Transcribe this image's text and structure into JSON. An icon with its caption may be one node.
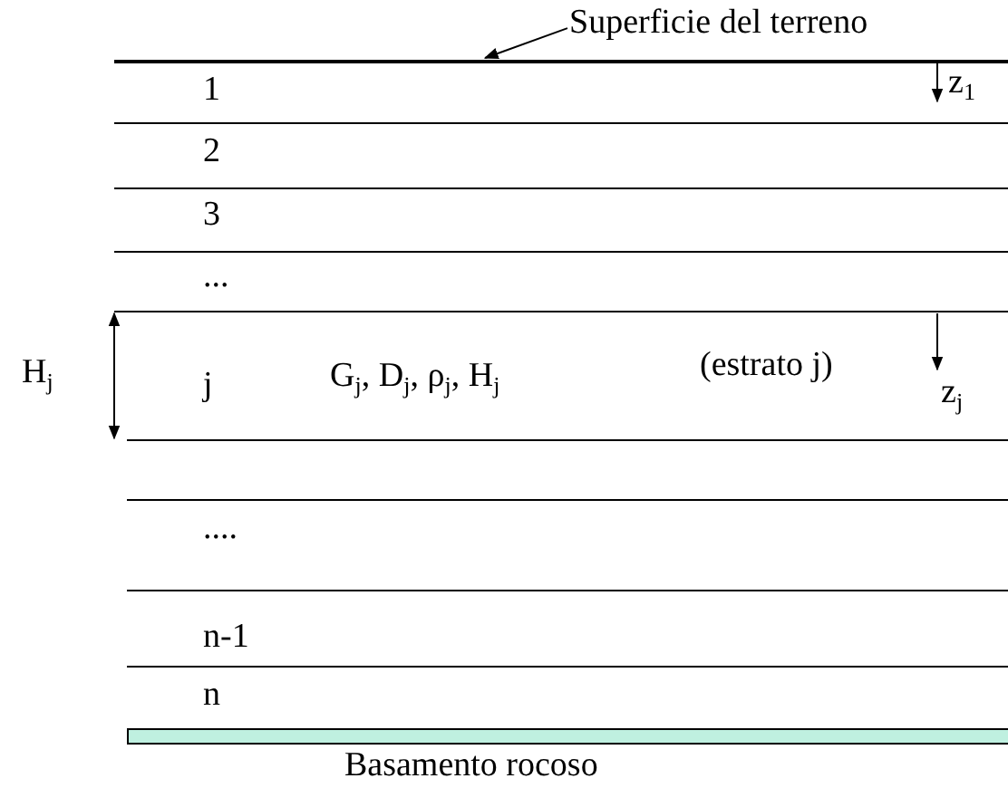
{
  "diagram": {
    "nodes": [
      {
        "text": [
          "Superficie del terreno"
        ]
      },
      {
        "text": [],
        "shape": "line"
      }
    ],
    "edges": [
      {
        "from": 0,
        "to": 1,
        "arrow": "to"
      }
    ],
    "labels": [
      "1",
      "z$_{1}$",
      "2",
      "3",
      "...",
      "H$_{j}$",
      "j",
      "G$_{j}$, D$_{j}$, ρ$_{j}$, H$_{j}$",
      "(estrato j)",
      "z$_{j}$",
      "....",
      "n-1",
      "n",
      "Basamento rocoso"
    ]
  }
}
